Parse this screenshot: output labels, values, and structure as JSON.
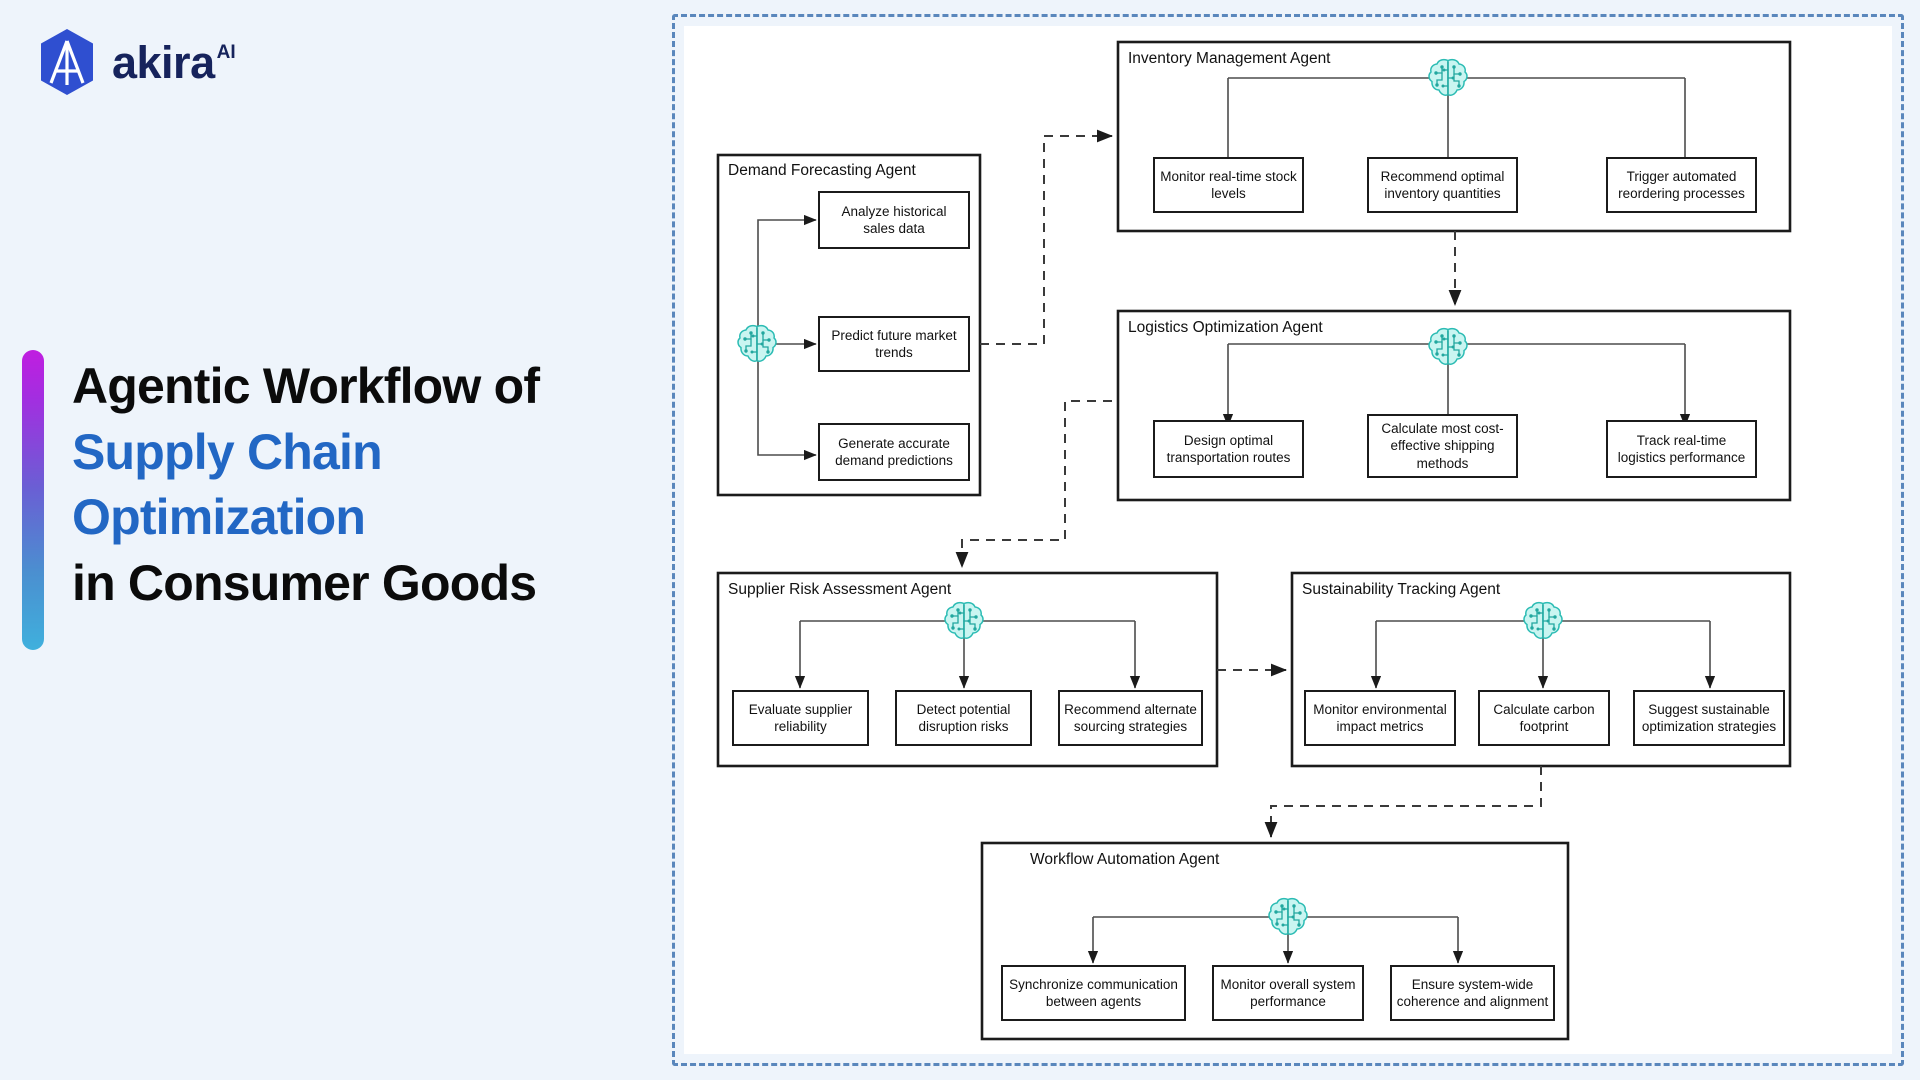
{
  "brand": {
    "logo_text": "akira",
    "logo_superscript": "AI",
    "logo_icon": "akira-hexagon-logo"
  },
  "title": {
    "line1": "Agentic Workflow of",
    "line2": "Supply Chain",
    "line3": "Optimization",
    "line4": "in Consumer Goods",
    "accent_color": "#2267c4",
    "dark_color": "#0b0b0b",
    "bar_gradient_from": "#c01ee0",
    "bar_gradient_to": "#3fb0dd"
  },
  "colors": {
    "page_background": "#eef4fb",
    "diagram_background": "#ffffff",
    "dashed_frame": "#5a87bc",
    "box_border": "#1b1b1b",
    "brain_icon": "#2cbcb4",
    "connector": "#4d4d4d",
    "arrow": "#1b1b1b"
  },
  "diagram": {
    "type": "flowchart",
    "agents": [
      {
        "id": "demand-forecasting-agent",
        "title": "Demand Forecasting Agent",
        "icon": "ai-brain-icon",
        "tasks": [
          "Analyze historical sales data",
          "Predict future market trends",
          "Generate accurate demand predictions"
        ]
      },
      {
        "id": "inventory-management-agent",
        "title": "Inventory Management Agent",
        "icon": "ai-brain-icon",
        "tasks": [
          "Monitor real-time stock levels",
          "Recommend optimal inventory quantities",
          "Trigger automated reordering processes"
        ]
      },
      {
        "id": "logistics-optimization-agent",
        "title": "Logistics Optimization Agent",
        "icon": "ai-brain-icon",
        "tasks": [
          "Design optimal transportation routes",
          "Calculate most cost-effective shipping methods",
          "Track real-time logistics performance"
        ]
      },
      {
        "id": "supplier-risk-assessment-agent",
        "title": "Supplier Risk Assessment Agent",
        "icon": "ai-brain-icon",
        "tasks": [
          "Evaluate supplier reliability",
          "Detect potential disruption risks",
          "Recommend alternate sourcing strategies"
        ]
      },
      {
        "id": "sustainability-tracking-agent",
        "title": "Sustainability Tracking Agent",
        "icon": "ai-brain-icon",
        "tasks": [
          "Monitor environmental impact metrics",
          "Calculate carbon footprint",
          "Suggest sustainable optimization strategies"
        ]
      },
      {
        "id": "workflow-automation-agent",
        "title": "Workflow Automation Agent",
        "icon": "ai-brain-icon",
        "tasks": [
          "Synchronize communication between agents",
          "Monitor overall system performance",
          "Ensure system-wide coherence and alignment"
        ]
      }
    ],
    "flow_links": [
      {
        "from": "demand-forecasting-agent",
        "to": "inventory-management-agent",
        "style": "dashed"
      },
      {
        "from": "inventory-management-agent",
        "to": "logistics-optimization-agent",
        "style": "dashed"
      },
      {
        "from": "logistics-optimization-agent",
        "to": "supplier-risk-assessment-agent",
        "style": "dashed"
      },
      {
        "from": "supplier-risk-assessment-agent",
        "to": "sustainability-tracking-agent",
        "style": "dashed"
      },
      {
        "from": "sustainability-tracking-agent",
        "to": "workflow-automation-agent",
        "style": "dashed"
      }
    ]
  }
}
